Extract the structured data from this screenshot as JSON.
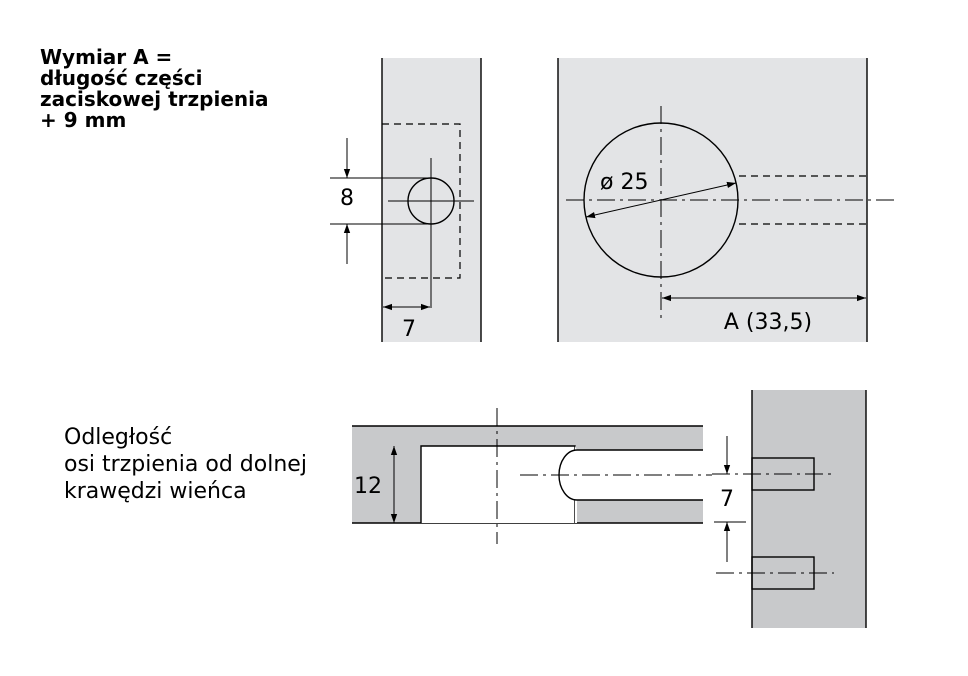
{
  "notes": {
    "dimension_a_lines": [
      "Wymiar A =",
      "długość części",
      "zaciskowej trzpienia",
      "+ 9 mm"
    ],
    "axis_distance_lines": [
      "Odległość",
      "osi trzpienia od dolnej",
      "krawędzi wieńca"
    ]
  },
  "dimensions": {
    "hole_height": "8",
    "hole_offset": "7",
    "diameter": "ø 25",
    "length_a": "A (33,5)",
    "thickness": "12",
    "axis_offset": "7"
  },
  "colors": {
    "panel_light": "#e3e4e6",
    "panel_dark": "#c8c9cb",
    "line": "#000000"
  }
}
